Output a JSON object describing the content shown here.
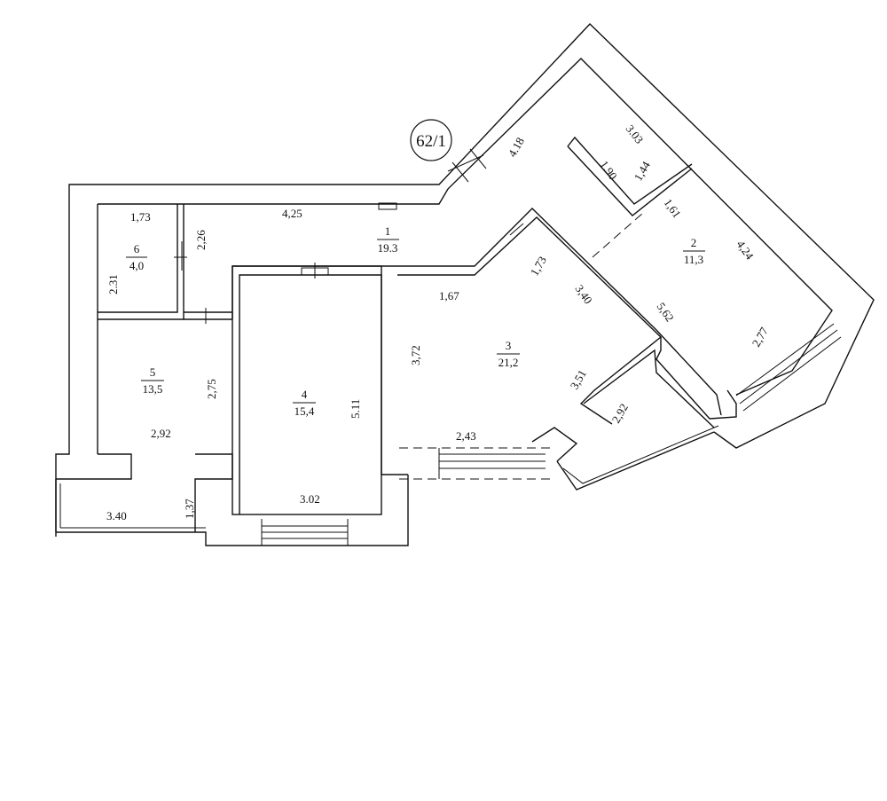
{
  "apartment_label": "62/1",
  "rooms": [
    {
      "id": "1",
      "number": "1",
      "area": "19.3"
    },
    {
      "id": "2",
      "number": "2",
      "area": "11,3"
    },
    {
      "id": "3",
      "number": "3",
      "area": "21,2"
    },
    {
      "id": "4",
      "number": "4",
      "area": "15,4"
    },
    {
      "id": "5",
      "number": "5",
      "area": "13,5"
    },
    {
      "id": "6",
      "number": "6",
      "area": "4,0"
    }
  ],
  "dimensions": {
    "d_418": "4.18",
    "d_303": "3.03",
    "d_190": "1.90",
    "d_144": "1,44",
    "d_161": "1,61",
    "d_424": "4,24",
    "d_277": "2,77",
    "d_562": "5,62",
    "d_173b": "1,73",
    "d_340b": "3,40",
    "d_351": "3,51",
    "d_292": "2,92",
    "d_372": "3,72",
    "d_167": "1,67",
    "d_243": "2,43",
    "d_425": "4,25",
    "d_173a": "1,73",
    "d_226": "2,26",
    "d_231": "2.31",
    "d_275": "2,75",
    "d_292b": "2,92",
    "d_511": "5.11",
    "d_302": "3.02",
    "d_137": "1,37",
    "d_340a": "3.40"
  }
}
